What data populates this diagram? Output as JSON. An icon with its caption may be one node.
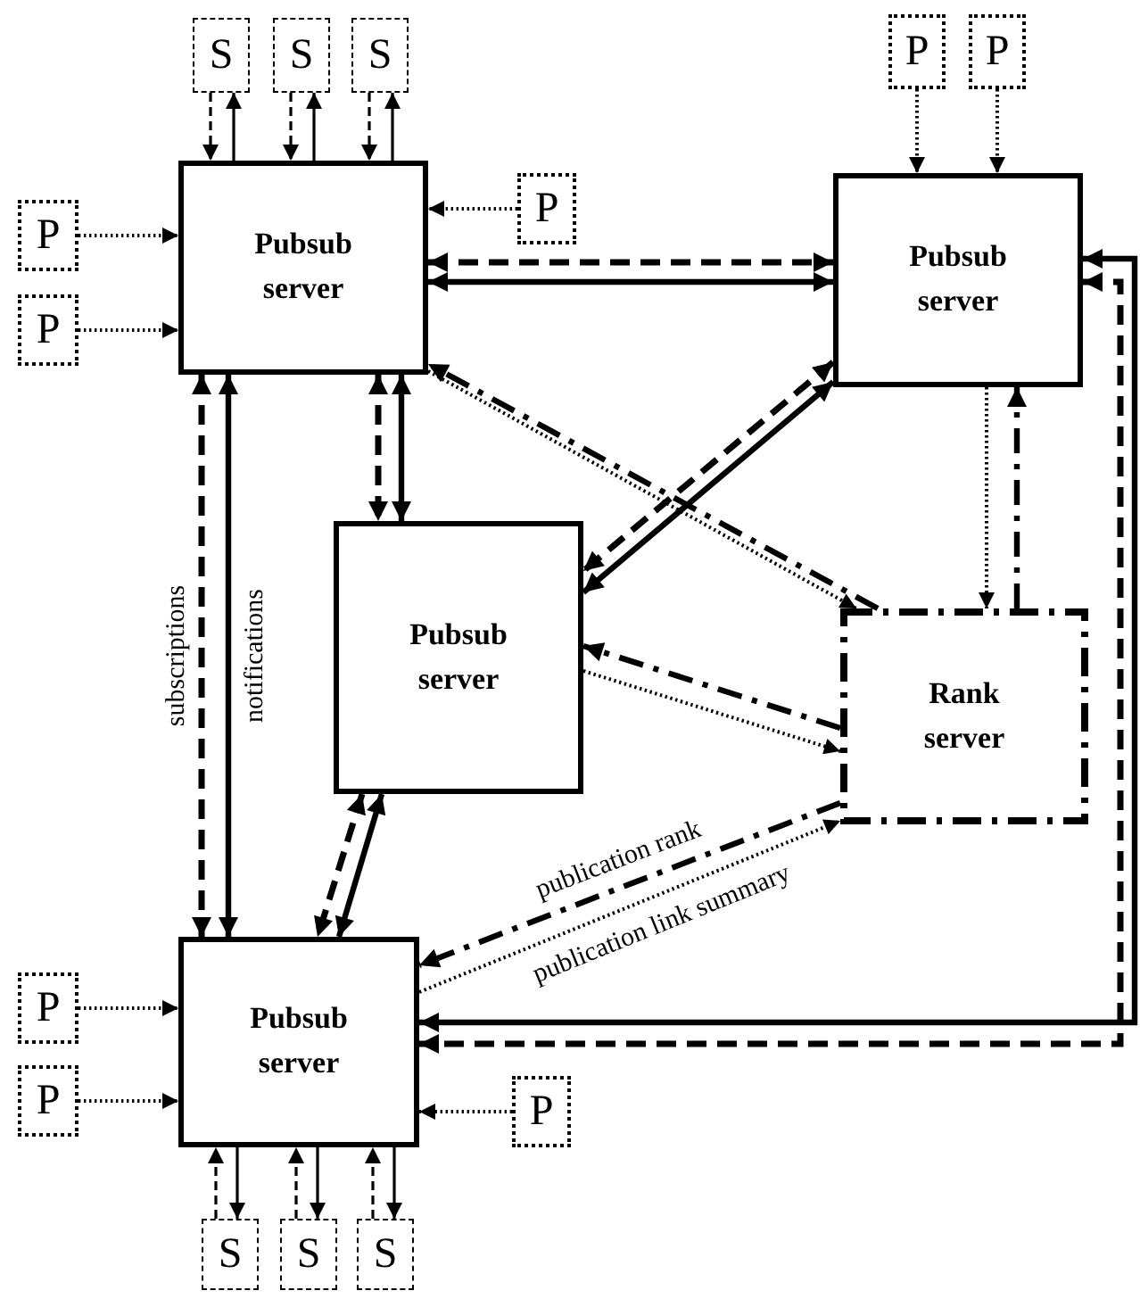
{
  "diagram": {
    "nodes": [
      {
        "text": [
          "S"
        ]
      },
      {
        "text": [
          "S"
        ]
      },
      {
        "text": [
          "S"
        ]
      },
      {
        "text": [
          "P"
        ]
      },
      {
        "text": [
          "P"
        ]
      },
      {
        "text": [
          "Pubsub server"
        ]
      },
      {
        "text": [
          "P"
        ]
      },
      {
        "text": [
          "P"
        ]
      },
      {
        "text": [
          "P"
        ]
      },
      {
        "text": [
          "Pubsub server"
        ]
      },
      {
        "text": [
          "Pubsub server"
        ]
      },
      {
        "text": [
          "Rank server"
        ]
      },
      {
        "text": [
          "P"
        ]
      },
      {
        "text": [
          "P"
        ]
      },
      {
        "text": [
          "Pubsub server"
        ]
      },
      {
        "text": [
          "P"
        ]
      },
      {
        "text": [
          "S"
        ]
      },
      {
        "text": [
          "S"
        ]
      },
      {
        "text": [
          "S"
        ]
      }
    ],
    "edges": [
      {
        "from": 0,
        "to": 5,
        "arrow": "to",
        "style": "dashed"
      },
      {
        "from": 5,
        "to": 0,
        "arrow": "to"
      },
      {
        "from": 1,
        "to": 5,
        "arrow": "to",
        "style": "dashed"
      },
      {
        "from": 5,
        "to": 1,
        "arrow": "to"
      },
      {
        "from": 2,
        "to": 5,
        "arrow": "to",
        "style": "dashed"
      },
      {
        "from": 5,
        "to": 2,
        "arrow": "to"
      },
      {
        "from": 3,
        "to": 5,
        "arrow": "to",
        "style": "dashed"
      },
      {
        "from": 4,
        "to": 5,
        "arrow": "to",
        "style": "dashed"
      },
      {
        "from": 6,
        "to": 5,
        "arrow": "to",
        "style": "dashed"
      },
      {
        "from": 7,
        "to": 9,
        "arrow": "to",
        "style": "dashed"
      },
      {
        "from": 8,
        "to": 9,
        "arrow": "to",
        "style": "dashed"
      },
      {
        "from": 5,
        "to": 9,
        "arrow": "both",
        "style": "dashed"
      },
      {
        "from": 5,
        "to": 9,
        "arrow": "both"
      },
      {
        "from": 5,
        "to": 10,
        "arrow": "both",
        "style": "dashed"
      },
      {
        "from": 5,
        "to": 10,
        "arrow": "both"
      },
      {
        "from": 5,
        "to": 14,
        "arrow": "both",
        "style": "dashed",
        "label": "subscriptions"
      },
      {
        "from": 5,
        "to": 14,
        "arrow": "both",
        "label": "notifications"
      },
      {
        "from": 11,
        "to": 5,
        "arrow": "to",
        "style": "dashed"
      },
      {
        "from": 5,
        "to": 11,
        "arrow": "to",
        "style": "dashed"
      },
      {
        "from": 9,
        "to": 10,
        "arrow": "both",
        "style": "dashed"
      },
      {
        "from": 9,
        "to": 10,
        "arrow": "both"
      },
      {
        "from": 9,
        "to": 11,
        "arrow": "to",
        "style": "dashed"
      },
      {
        "from": 11,
        "to": 9,
        "arrow": "to",
        "style": "dashed"
      },
      {
        "from": 11,
        "to": 10,
        "arrow": "to",
        "style": "dashed"
      },
      {
        "from": 10,
        "to": 11,
        "arrow": "to",
        "style": "dashed"
      },
      {
        "from": 10,
        "to": 14,
        "arrow": "both",
        "style": "dashed"
      },
      {
        "from": 10,
        "to": 14,
        "arrow": "both"
      },
      {
        "from": 11,
        "to": 14,
        "arrow": "to",
        "style": "dashed",
        "label": "publication rank"
      },
      {
        "from": 14,
        "to": 11,
        "arrow": "to",
        "style": "dashed",
        "label": "publication link summary"
      },
      {
        "from": 9,
        "to": 14,
        "arrow": "both"
      },
      {
        "from": 9,
        "to": 14,
        "arrow": "both",
        "style": "dashed"
      },
      {
        "from": 16,
        "to": 14,
        "arrow": "to",
        "style": "dashed"
      },
      {
        "from": 14,
        "to": 16,
        "arrow": "to"
      },
      {
        "from": 17,
        "to": 14,
        "arrow": "to",
        "style": "dashed"
      },
      {
        "from": 14,
        "to": 17,
        "arrow": "to"
      },
      {
        "from": 18,
        "to": 14,
        "arrow": "to",
        "style": "dashed"
      },
      {
        "from": 14,
        "to": 18,
        "arrow": "to"
      },
      {
        "from": 12,
        "to": 14,
        "arrow": "to",
        "style": "dashed"
      },
      {
        "from": 13,
        "to": 14,
        "arrow": "to",
        "style": "dashed"
      },
      {
        "from": 15,
        "to": 14,
        "arrow": "to",
        "style": "dashed"
      }
    ]
  }
}
